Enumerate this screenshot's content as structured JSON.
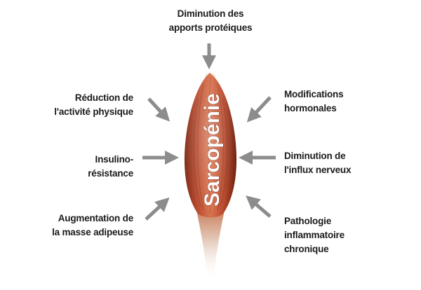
{
  "center_label": "Sarcopénie",
  "factors": {
    "top": [
      "Diminution des",
      "apports protéiques"
    ],
    "top_left": [
      "Réduction de",
      "l'activité physique"
    ],
    "middle_left": [
      "Insulino-",
      "résistance"
    ],
    "bottom_left": [
      "Augmentation de",
      "la masse adipeuse"
    ],
    "top_right": [
      "Modifications",
      "hormonales"
    ],
    "middle_right": [
      "Diminution de",
      "l'influx nerveux"
    ],
    "bottom_right": [
      "Pathologie",
      "inflammatoire",
      "chronique"
    ]
  },
  "colors": {
    "arrow": "#8c8c8c",
    "muscle_dark": "#8a2a12",
    "muscle_mid": "#c4522e",
    "muscle_light": "#e08a62",
    "tendon": "#e8ded6",
    "text": "#1a1a1a",
    "center_text": "#ffffff"
  },
  "icons": {
    "arrows": "arrow-icon",
    "muscle": "muscle-illustration"
  }
}
